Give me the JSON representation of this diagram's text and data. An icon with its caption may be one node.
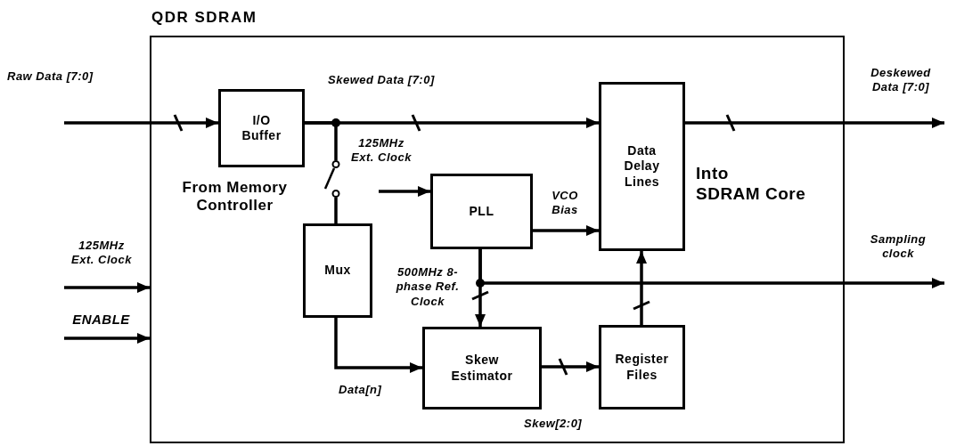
{
  "diagram": {
    "nodes": [
      {
        "text": [
          "QDR SDRAM"
        ]
      },
      {
        "text": [
          "I/O Buffer"
        ],
        "in": 0
      },
      {
        "text": [
          "Data Delay Lines"
        ],
        "in": 0
      },
      {
        "text": [
          "PLL"
        ],
        "in": 0
      },
      {
        "text": [
          "Mux"
        ],
        "in": 0
      },
      {
        "text": [
          "Skew Estimator"
        ],
        "in": 0
      },
      {
        "text": [
          "Register Files"
        ],
        "in": 0
      },
      {
        "text": [],
        "shape": "switch",
        "in": 0
      }
    ],
    "edges": [
      {
        "from": null,
        "to": 1,
        "arrow": "to",
        "label": "Raw Data [7:0]"
      },
      {
        "from": 1,
        "to": 2,
        "arrow": "to",
        "label": "Skewed Data [7:0]"
      },
      {
        "from": 1,
        "to": 7,
        "arrow": "none"
      },
      {
        "from": 7,
        "to": 4,
        "arrow": "none"
      },
      {
        "from": null,
        "to": 3,
        "arrow": "to"
      },
      {
        "from": 3,
        "to": 2,
        "arrow": "to",
        "label": "VCO Bias"
      },
      {
        "from": 3,
        "to": 5,
        "arrow": "to",
        "label": "500MHz 8-phase Ref. Clock"
      },
      {
        "from": 3,
        "to": null,
        "arrow": "to",
        "label": "Sampling clock"
      },
      {
        "from": 4,
        "to": 5,
        "arrow": "to",
        "label": "Data[n]"
      },
      {
        "from": 5,
        "to": 6,
        "arrow": "to",
        "label": "Skew[2:0]"
      },
      {
        "from": 6,
        "to": 2,
        "arrow": "to"
      },
      {
        "from": 2,
        "to": null,
        "arrow": "to",
        "label": "Deskewed Data [7:0]"
      },
      {
        "from": null,
        "to": 0,
        "arrow": "to",
        "label": "125MHz Ext. Clock"
      },
      {
        "from": null,
        "to": 0,
        "arrow": "to",
        "label": "ENABLE"
      }
    ],
    "labels": [
      "From Memory Controller",
      "125MHz Ext. Clock",
      "Into SDRAM Core"
    ]
  }
}
